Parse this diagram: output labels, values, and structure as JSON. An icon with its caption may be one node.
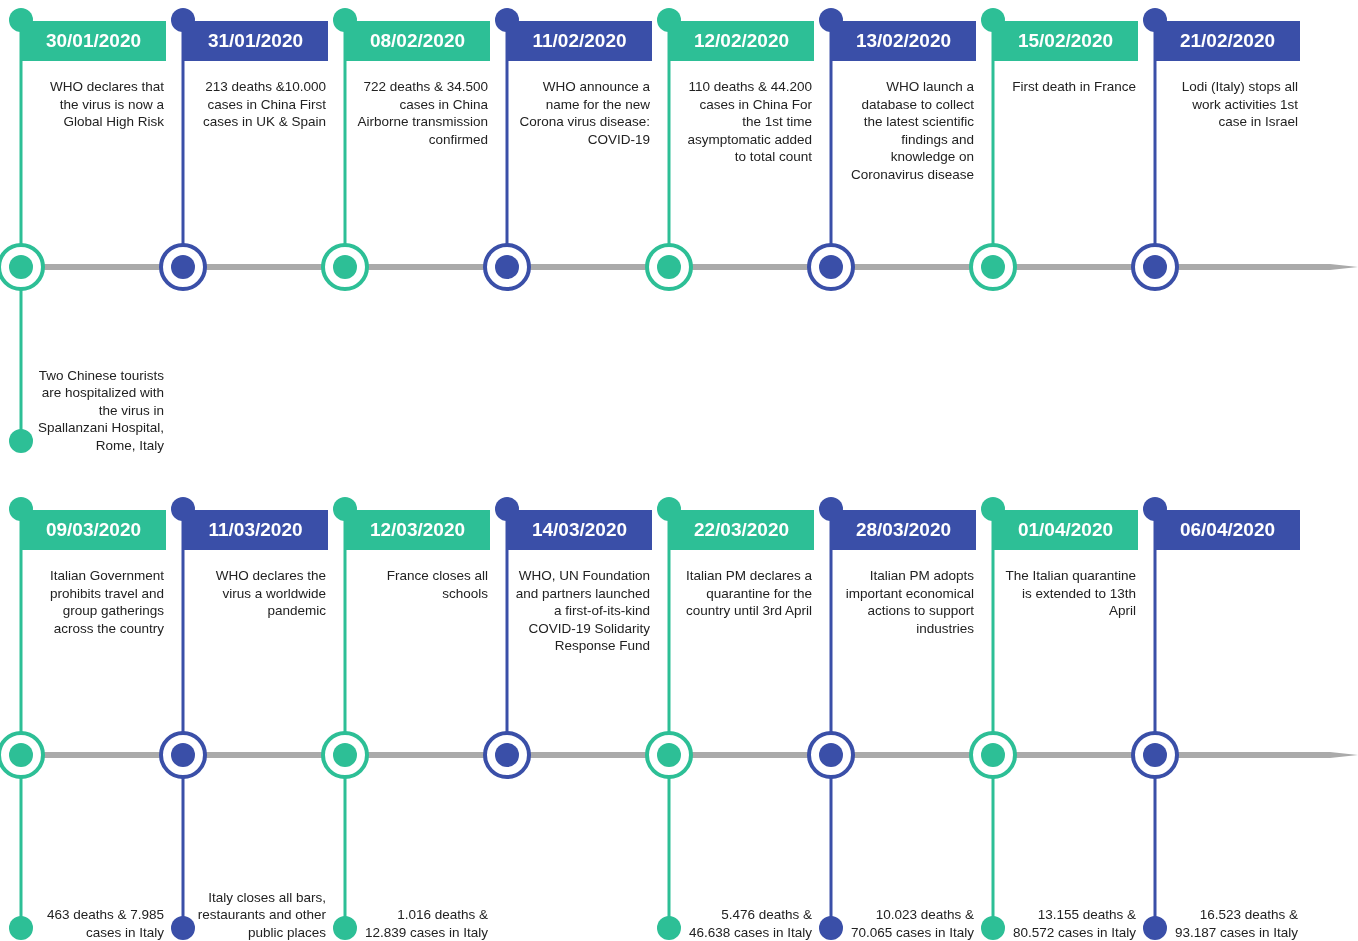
{
  "diagram": {
    "nodes": [
      {
        "text": [
          "30/01/2020",
          "WHO declares that the virus is now a Global High Risk",
          "Two Chinese tourists are hospitalized with the virus in Spallanzani Hospital, Rome, Italy"
        ]
      },
      {
        "text": [
          "31/01/2020",
          "213 deaths &10.000 cases in China First cases in UK & Spain"
        ]
      },
      {
        "text": [
          "08/02/2020",
          "722 deaths & 34.500 cases in China Airborne transmission confirmed"
        ]
      },
      {
        "text": [
          "11/02/2020",
          "WHO announce a name for the new Corona virus disease: COVID-19"
        ]
      },
      {
        "text": [
          "12/02/2020",
          "110 deaths & 44.200 cases in China For the 1st time asymptomatic added to total count"
        ]
      },
      {
        "text": [
          "13/02/2020",
          "WHO launch a database to collect the latest scientific findings and knowledge on Coronavirus disease"
        ]
      },
      {
        "text": [
          "15/02/2020",
          "First death in France"
        ]
      },
      {
        "text": [
          "21/02/2020",
          "Lodi (Italy) stops all work activities 1st case in Israel"
        ]
      },
      {
        "text": [
          "09/03/2020",
          "Italian Government prohibits travel and group gatherings across the country",
          "463 deaths & 7.985 cases in Italy"
        ]
      },
      {
        "text": [
          "11/03/2020",
          "WHO declares the virus a worldwide pandemic",
          "Italy closes all bars, restaurants and other public places"
        ]
      },
      {
        "text": [
          "12/03/2020",
          "France closes all schools",
          "1.016 deaths & 12.839 cases in Italy"
        ]
      },
      {
        "text": [
          "14/03/2020",
          "WHO, UN Foundation and partners launched a first-of-its-kind COVID-19 Solidarity Response Fund"
        ]
      },
      {
        "text": [
          "22/03/2020",
          "Italian PM declares a quarantine for the country until 3rd April",
          "5.476 deaths & 46.638 cases in Italy"
        ]
      },
      {
        "text": [
          "28/03/2020",
          "Italian PM adopts important economical actions to support industries",
          "10.023 deaths & 70.065 cases in Italy"
        ]
      },
      {
        "text": [
          "01/04/2020",
          "The Italian quarantine is extended to 13th April",
          "13.155 deaths & 80.572 cases in Italy"
        ]
      },
      {
        "text": [
          "06/04/2020",
          "16.523 deaths & 93.187 cases in Italy"
        ]
      }
    ]
  }
}
